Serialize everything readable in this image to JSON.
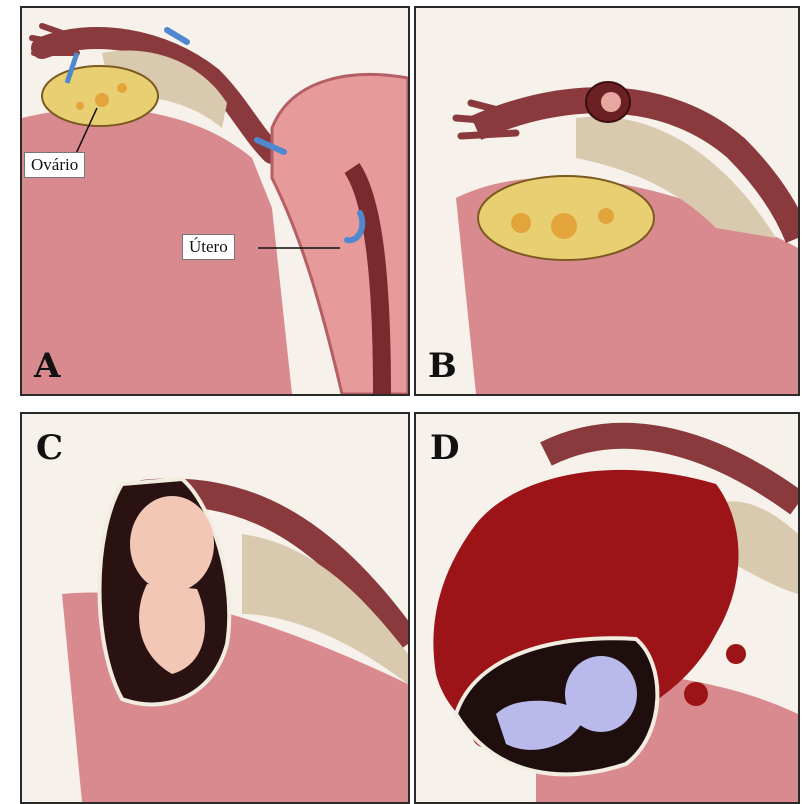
{
  "panels": [
    {
      "letter": "A"
    },
    {
      "letter": "B"
    },
    {
      "letter": "C"
    },
    {
      "letter": "D"
    }
  ],
  "labels": {
    "ovary": "Ovário",
    "uterus": "Útero"
  },
  "colors": {
    "tissue": "#d98a8e",
    "tissue_dark": "#b65e66",
    "muscle": "#e79a9a",
    "ovary": "#e8cf72",
    "tube": "#8a3a3c",
    "fat": "#d9c9ae",
    "blood": "#9c1418",
    "fetus": "#f2c7b5",
    "fetus_dead": "#b9b9ec",
    "arrow": "#4f88cf",
    "frame": "#2a2a2a"
  },
  "icons": [
    "arrow-icon"
  ]
}
